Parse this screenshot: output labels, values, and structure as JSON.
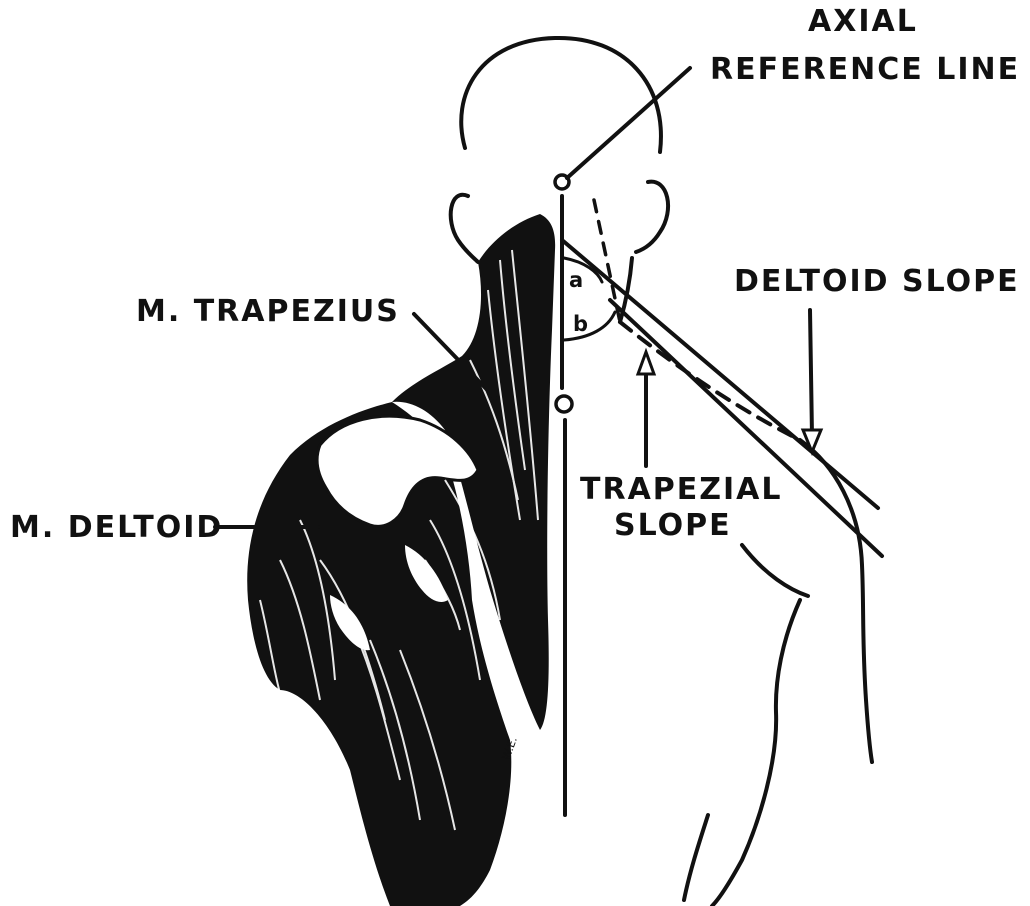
{
  "labels": {
    "axial_line1": "AXIAL",
    "axial_line2": "REFERENCE LINE",
    "deltoid_slope": "DELTOID SLOPE",
    "m_trapezius": "M. TRAPEZIUS",
    "m_deltoid": "M. DELTOID",
    "trapezial_line1": "TRAPEZIAL",
    "trapezial_line2": "SLOPE",
    "angle_a": "a",
    "angle_b": "b",
    "signature": "W.E."
  },
  "colors": {
    "ink": "#111111",
    "paper": "#ffffff"
  }
}
